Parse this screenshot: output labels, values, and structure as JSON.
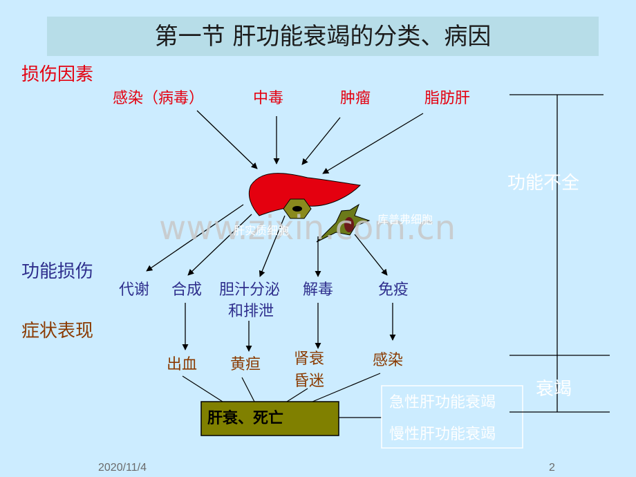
{
  "title": "第一节 肝功能衰竭的分类、病因",
  "sections": {
    "damage_factors": "损伤因素",
    "function_damage": "功能损伤",
    "symptoms": "症状表现"
  },
  "factors": [
    "感染（病毒）",
    "中毒",
    "肿瘤",
    "脂肪肝"
  ],
  "cell_labels": {
    "left": "肝实质细胞",
    "right": "库普弗细胞"
  },
  "functions": {
    "metabolism": "代谢",
    "synthesis": "合成",
    "bile_line1": "胆汁分泌",
    "bile_line2": "和排泄",
    "detox": "解毒",
    "immunity": "免疫"
  },
  "symptoms": {
    "bleeding": "出血",
    "jaundice": "黄疸",
    "renal_line1": "肾衰",
    "renal_line2": "昏迷",
    "infection": "感染"
  },
  "outcome": "肝衰、死亡",
  "classification": {
    "insufficiency": "功能不全",
    "failure": "衰竭",
    "acute": "急性肝功能衰竭",
    "chronic": "慢性肝功能衰竭"
  },
  "watermark": "www.zixin.com.cn",
  "footer": {
    "date": "2020/11/4",
    "page": "2"
  },
  "colors": {
    "background": "#ccecff",
    "title_bar": "#b7dde8",
    "liver": "#e4000f",
    "outcome_box": "#808000",
    "kupffer_cell": "#6b7a1a"
  }
}
